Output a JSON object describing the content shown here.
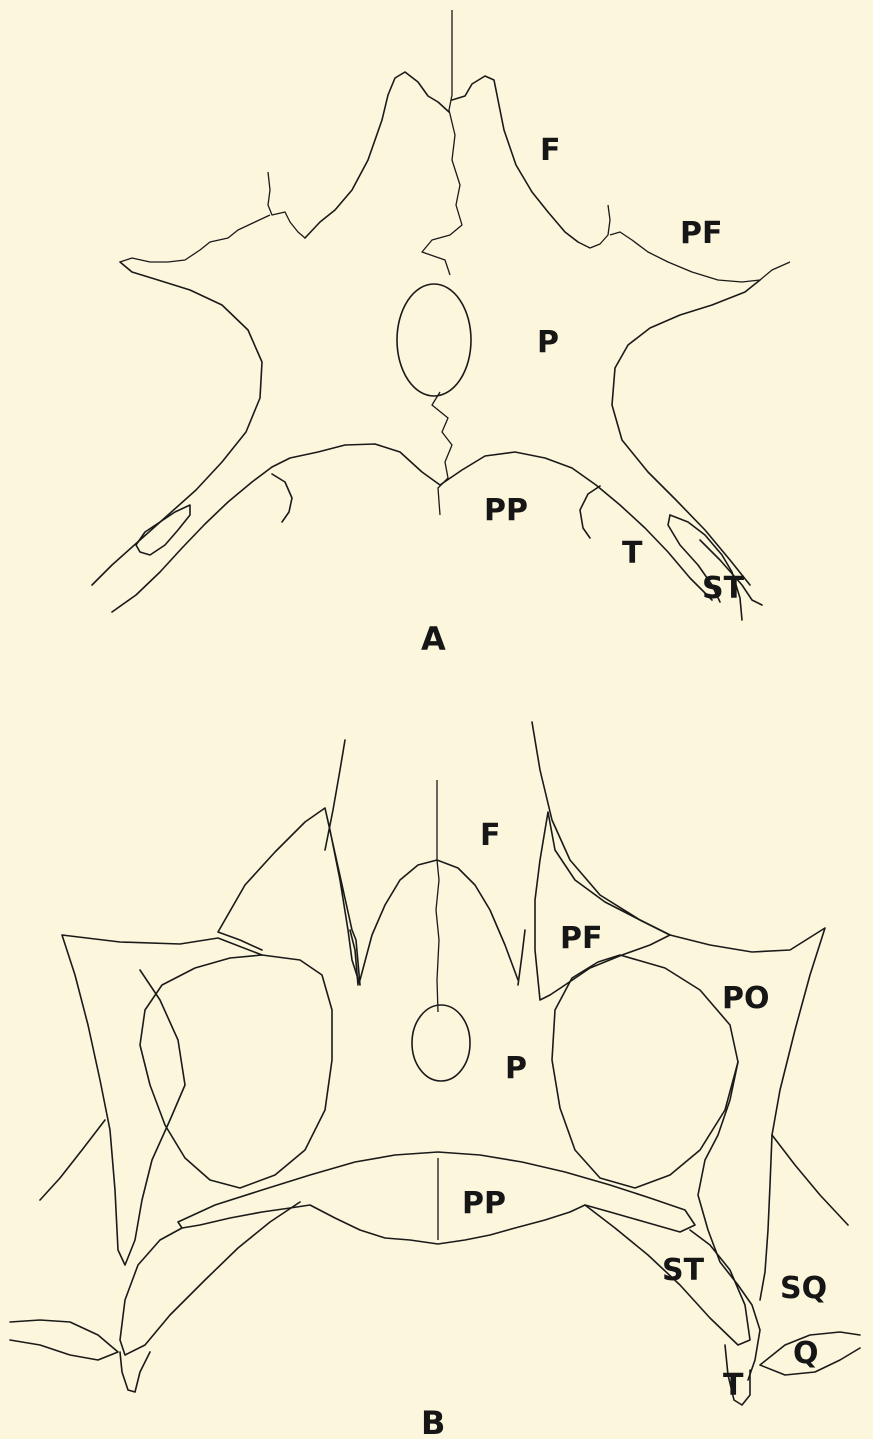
{
  "panels": [
    {
      "id": "A",
      "letter": "A",
      "labels": {
        "frontal": "F",
        "postfrontal": "PF",
        "parietal": "P",
        "postparietal": "PP",
        "tabular": "T",
        "supratemporal": "ST"
      }
    },
    {
      "id": "B",
      "letter": "B",
      "labels": {
        "frontal": "F",
        "postfrontal": "PF",
        "postorbital": "PO",
        "parietal": "P",
        "postparietal": "PP",
        "supratemporal": "ST",
        "squamosal": "SQ",
        "quadrate": "Q",
        "tabular": "T"
      }
    }
  ]
}
